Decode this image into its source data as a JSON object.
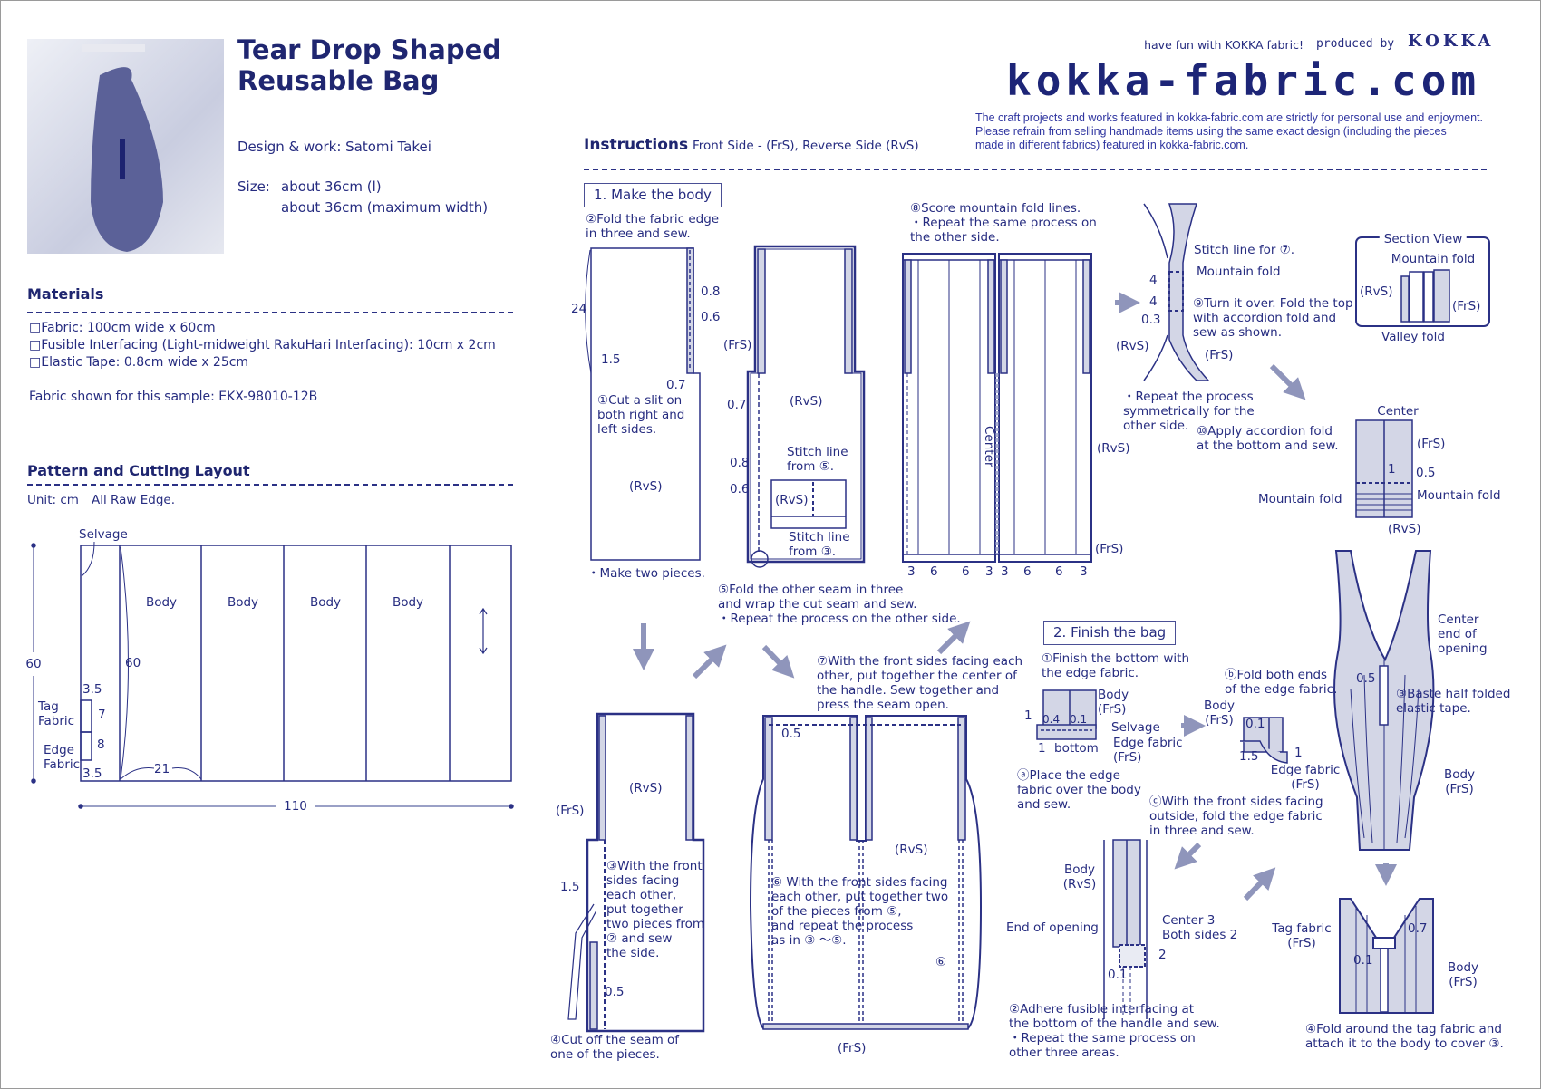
{
  "header": {
    "title_line1": "Tear Drop Shaped",
    "title_line2": "Reusable Bag",
    "design": "Design & work: Satomi Takei",
    "size_label": "Size:",
    "size_length": "about 36cm (l)",
    "size_width": "about 36cm (maximum width)",
    "tagline": "have fun with KOKKA fabric!",
    "produced_by": "produced by",
    "brand": "KOKKA",
    "site_logo": "kokka-fabric.com",
    "disclaimer": "The craft projects and works featured in kokka-fabric.com are strictly for personal use and enjoyment.\nPlease refrain from selling handmade items using the same exact design (including the pieces\nmade in different fabrics) featured in kokka-fabric.com."
  },
  "materials": {
    "heading": "Materials",
    "items": [
      "Fabric: 100cm wide x 60cm",
      "Fusible Interfacing (Light-midweight RakuHari Interfacing): 10cm x 2cm",
      "Elastic Tape: 0.8cm wide x 25cm"
    ],
    "checkbox": "□",
    "sample": "Fabric shown for this sample: EKX-98010-12B"
  },
  "layout": {
    "heading": "Pattern and Cutting Layout",
    "unit": "Unit: cm",
    "edge": "All Raw Edge.",
    "selvage": "Selvage",
    "body_labels": [
      "Body",
      "Body",
      "Body",
      "Body"
    ],
    "height_dim": "60",
    "inner_height_dim": "60",
    "width_dim": "110",
    "body_width_dim": "21",
    "tag_fabric": "Tag\nFabric",
    "edge_fabric": "Edge\nFabric",
    "dims": [
      "3.5",
      "7",
      "8",
      "3.5"
    ]
  },
  "instructions": {
    "heading": "Instructions",
    "legend": "Front Side - (FrS), Reverse Side (RvS)",
    "step1": {
      "title": "1. Make the body",
      "fold_edge": "②Fold the fabric edge\nin three and sew.",
      "cut_slit": "①Cut a slit on\nboth right and\nleft sides.",
      "make_two": "・Make two pieces.",
      "p1_dims": [
        "24",
        "0.8",
        "0.6",
        "1.5",
        "0.7"
      ],
      "rvs": "(RvS)",
      "frs": "(FrS)",
      "p2_dims": [
        "0.7",
        "0.8",
        "0.6"
      ],
      "stitch5": "Stitch line\nfrom ⑤.",
      "stitch3": "Stitch line\nfrom ③.",
      "fold_other": "⑤Fold the other seam in three\nand wrap the cut seam and sew.\n・Repeat the process on the other side.",
      "score": "⑧Score mountain fold lines.\n・Repeat the same process on\nthe other side.",
      "center": "Center",
      "fold_dims": [
        "3",
        "6",
        "6",
        "3",
        "3",
        "6",
        "6",
        "3"
      ],
      "stitch7": "Stitch line for ⑦.",
      "mountain_fold": "Mountain fold",
      "pleat_dims": [
        "4",
        "4",
        "0.3"
      ],
      "turn_over": "⑨Turn it over. Fold the top\nwith accordion fold and\nsew as shown.",
      "repeat_sym": "・Repeat the process\nsymmetrically for the\nother side.",
      "section_view": "Section View",
      "valley_fold": "Valley fold",
      "accordion": "⑩Apply accordion fold\nat the bottom and sew.",
      "acc_dims": [
        "1",
        "0.5"
      ],
      "with_front": "③With the front\nsides facing\neach other,\nput together\ntwo pieces from\n② and sew\nthe side.",
      "p4_dims": [
        "1.5",
        "0.5"
      ],
      "cut_off": "④Cut off the seam of\none of the pieces.",
      "handle": "⑦With the front sides facing each\nother, put together the center of\nthe handle. Sew together and\npress the seam open.",
      "p5_dim": "0.5",
      "step6": "⑥ With the front sides facing\neach other, put together two\nof the pieces from ⑤,\nand repeat the process\nas in ③ ～⑤.",
      "step6_mark": "⑥"
    },
    "step2": {
      "title": "2. Finish the bag",
      "finish_bottom": "①Finish the bottom with\nthe edge fabric.",
      "body_frs": "Body\n(FrS)",
      "body_rvs": "Body\n(RvS)",
      "a_dims": [
        "1",
        "0.4",
        "0.1",
        "1"
      ],
      "selvage": "Selvage",
      "edge_fabric_frs": "Edge fabric\n(FrS)",
      "bottom": "bottom",
      "place_edge": "ⓐPlace the edge\nfabric over the body\nand sew.",
      "fold_ends": "ⓑFold both ends\nof the edge fabric.",
      "b_dims": [
        "0.1",
        "1.5",
        "1"
      ],
      "fold_three": "ⓒWith the front sides facing\noutside, fold the edge fabric\nin three and sew.",
      "end_opening": "End of opening",
      "center_sides": "Center 3\nBoth sides 2",
      "i_dims": [
        "2",
        "0.1"
      ],
      "adhere": "②Adhere fusible interfacing at\nthe bottom of the handle and sew.\n・Repeat the same process on\nother three areas.",
      "center_end": "Center\nend of\nopening",
      "baste_dim": "0.5",
      "baste": "③Baste half folded\nelastic tape.",
      "tag_fabric": "Tag fabric\n(FrS)",
      "tag_dims": [
        "0.7",
        "0.1"
      ],
      "fold_tag": "④Fold around the tag fabric and\nattach it to the body to cover ③."
    }
  },
  "colors": {
    "ink": "#232a7a",
    "fill": "#d3d6e6",
    "arrow": "#8f95bb"
  }
}
